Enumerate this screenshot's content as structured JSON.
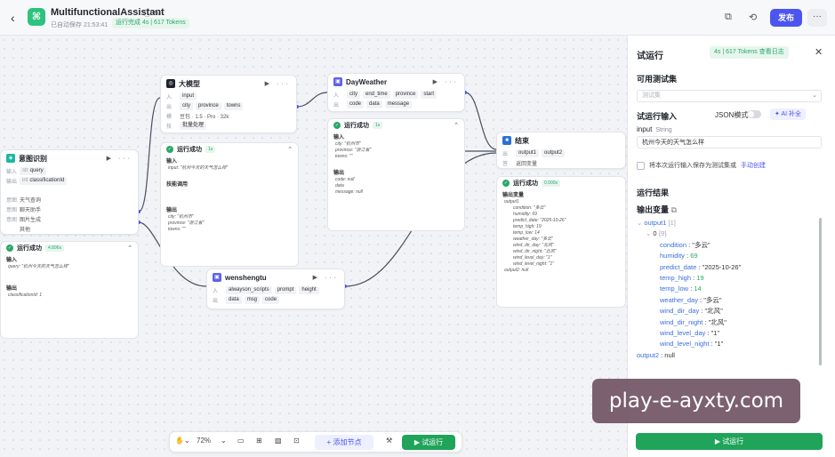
{
  "header": {
    "app_name": "MultifunctionalAssistant",
    "autosave": "已自动保存 21:53:41",
    "run_badge": "运行完成 4s | 617 Tokens",
    "publish_label": "发布"
  },
  "nodes": {
    "intent": {
      "title": "意图识别",
      "input_label": "输入",
      "output_label": "输出",
      "intents_label": "意图",
      "inputs": [
        {
          "name": "query"
        }
      ],
      "outputs": [
        {
          "name": "classificationId"
        }
      ],
      "intents": [
        "天气查询",
        "聊天助手",
        "图片生成"
      ],
      "other": "其他"
    },
    "intent_result": {
      "status": "运行成功",
      "duration": "4.896s",
      "in_label": "输入",
      "in_value": "query: \"杭州今天的天气怎么样\"",
      "out_label": "输出",
      "out_value": "classificationId: 1"
    },
    "llm": {
      "title": "大模型",
      "inputs": [
        "input"
      ],
      "outputs": [
        "city",
        "province",
        "towns"
      ],
      "model": "豆包 · 1.5 · Pro · 32k",
      "skill": "批量处理"
    },
    "llm_result": {
      "status": "运行成功",
      "duration": "1s",
      "in_label": "输入",
      "in_value": "input: \"杭州今天的天气怎么样\"",
      "skill_label": "技能调用",
      "out_label": "输出",
      "out_lines": [
        "city: \"杭州市\"",
        "province: \"浙江省\"",
        "towns: \"\""
      ]
    },
    "weather": {
      "title": "DayWeather",
      "inputs": [
        "city",
        "end_time",
        "province",
        "start"
      ],
      "outputs": [
        "code",
        "data",
        "message"
      ]
    },
    "weather_result": {
      "status": "运行成功",
      "duration": "1s",
      "in_label": "输入",
      "in_lines": [
        "city: \"杭州市\"",
        "province: \"浙江省\"",
        "towns: \"\""
      ],
      "out_label": "输出",
      "out_lines": [
        "code: null",
        "data",
        "message: null"
      ]
    },
    "wenshengtu": {
      "title": "wenshengtu",
      "inputs": [
        "alwayson_scripts",
        "prompt",
        "height"
      ],
      "outputs": [
        "data",
        "msg",
        "code"
      ]
    },
    "end": {
      "title": "结束",
      "outputs": [
        "output1",
        "output2"
      ],
      "answer": "返回变量"
    },
    "end_result": {
      "status": "运行成功",
      "duration": "0.000s",
      "out_label": "输出变量",
      "lines": [
        "output1",
        "condition: \"多云\"",
        "humidity: 69",
        "predict_date: \"2025-10-26\"",
        "temp_high: 19",
        "temp_low: 14",
        "weather_day: \"多云\"",
        "wind_dir_day: \"北风\"",
        "wind_dir_night: \"北风\"",
        "wind_level_day: \"1\"",
        "wind_level_night: \"1\"",
        "output2: null"
      ]
    }
  },
  "toolbar": {
    "zoom": "72%",
    "add_node": "添加节点",
    "test_run": "试运行"
  },
  "panel": {
    "title": "试运行",
    "badge": "4s | 617 Tokens  查看日志",
    "testset_label": "可用测试集",
    "testset_placeholder": "测试集",
    "run_input_label": "试运行输入",
    "json_mode": "JSON模式",
    "ai_fill": "AI 补全",
    "input_name": "input",
    "input_type": "String",
    "input_value": "杭州今天的天气怎么样",
    "save_text": "将本次运行输入保存为测试集或",
    "save_link": "手动创建",
    "result_label": "运行结果",
    "out_var_label": "输出变量",
    "tree": {
      "root": "output1",
      "root_count": "[1]",
      "item": "0",
      "item_count": "{9}",
      "fields": [
        {
          "key": "condition",
          "val": "\"多云\"",
          "kind": "str"
        },
        {
          "key": "humidity",
          "val": "69",
          "kind": "num"
        },
        {
          "key": "predict_date",
          "val": "\"2025-10-26\"",
          "kind": "str"
        },
        {
          "key": "temp_high",
          "val": "19",
          "kind": "num"
        },
        {
          "key": "temp_low",
          "val": "14",
          "kind": "num"
        },
        {
          "key": "weather_day",
          "val": "\"多云\"",
          "kind": "str"
        },
        {
          "key": "wind_dir_day",
          "val": "\"北风\"",
          "kind": "str"
        },
        {
          "key": "wind_dir_night",
          "val": "\"北风\"",
          "kind": "str"
        },
        {
          "key": "wind_level_day",
          "val": "\"1\"",
          "kind": "str"
        },
        {
          "key": "wind_level_night",
          "val": "\"1\"",
          "kind": "str"
        }
      ],
      "output2": "output2",
      "output2_val": "null"
    },
    "run_button": "试运行"
  },
  "watermark": "play-e-ayxty.com",
  "colors": {
    "accent": "#4c55f0",
    "success": "#1fa45a",
    "intent": "#1fb5a5",
    "llm": "#1f2329",
    "plugin": "#5b63e8",
    "end": "#2b6fd8"
  }
}
